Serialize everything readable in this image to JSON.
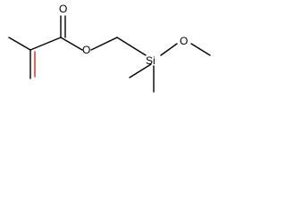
{
  "molecule": {
    "atoms": {
      "carbonyl_oxygen": "O",
      "ester_oxygen": "O",
      "silicon": "Si",
      "methoxy_oxygen": "O"
    },
    "colors": {
      "bond": "#000000",
      "alkene_double_bond": "#e02020",
      "background": "#ffffff"
    }
  }
}
